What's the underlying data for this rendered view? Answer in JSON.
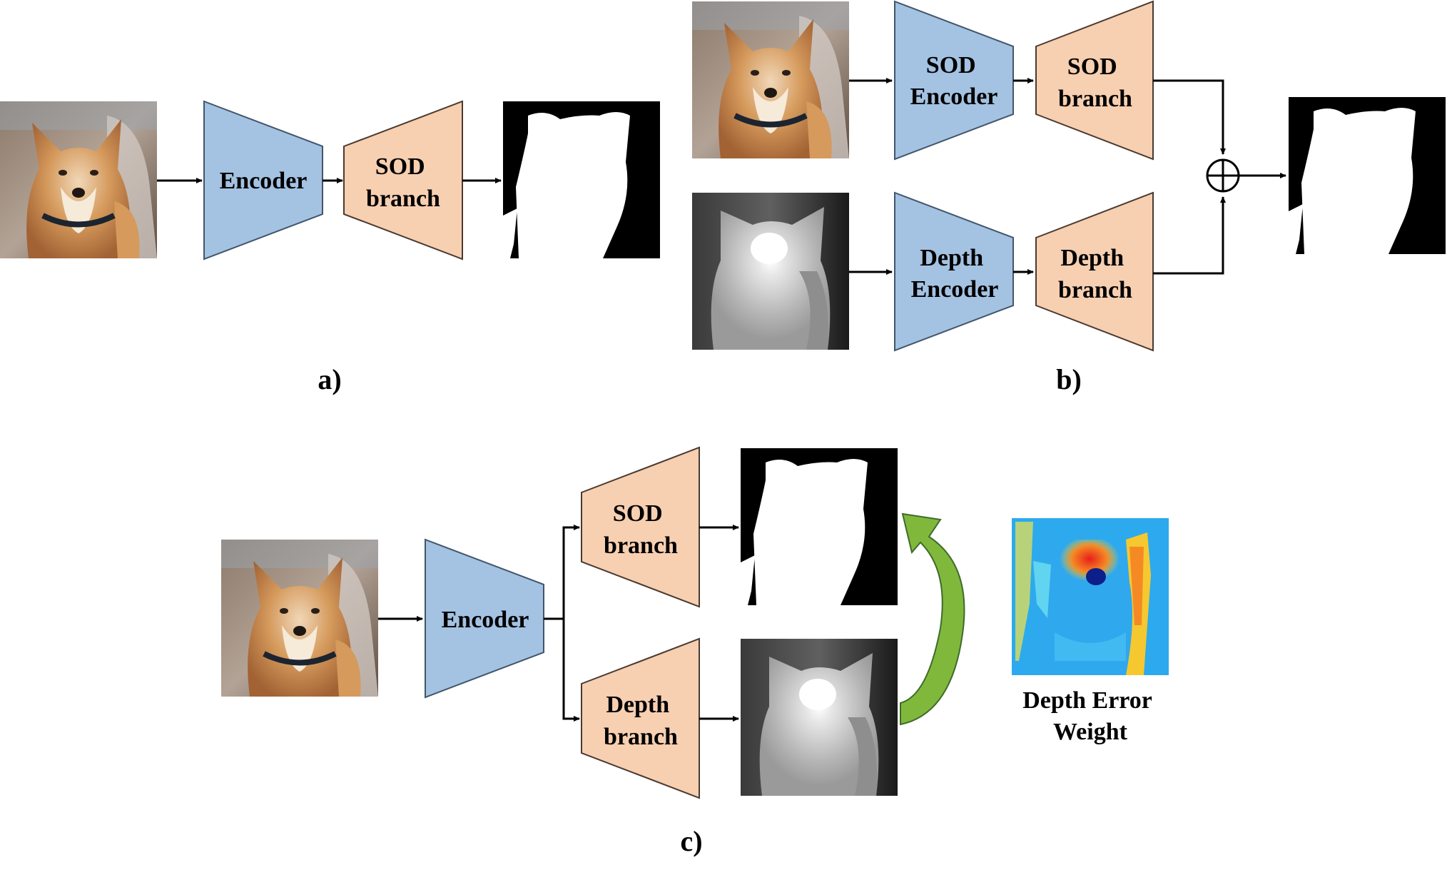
{
  "panels": {
    "a": {
      "caption": "a)",
      "encoder_label": "Encoder",
      "branch_label_lines": [
        "SOD",
        "branch"
      ]
    },
    "b": {
      "caption": "b)",
      "sod_encoder_lines": [
        "SOD",
        "Encoder"
      ],
      "sod_branch_lines": [
        "SOD",
        "branch"
      ],
      "depth_encoder_lines": [
        "Depth",
        "Encoder"
      ],
      "depth_branch_lines": [
        "Depth",
        "branch"
      ],
      "fusion_symbol": "⊕"
    },
    "c": {
      "caption": "c)",
      "encoder_label": "Encoder",
      "sod_branch_lines": [
        "SOD",
        "branch"
      ],
      "depth_branch_lines": [
        "Depth",
        "branch"
      ],
      "weight_caption_lines": [
        "Depth Error",
        "Weight"
      ]
    }
  },
  "colors": {
    "encoder": "#a4c2e2",
    "branch": "#f7cfb1",
    "feedback_arrow": "#80b83c"
  },
  "icons": {
    "input_image": "dog-photo-icon",
    "depth_map": "depth-map-icon",
    "saliency_mask": "saliency-mask-icon",
    "error_heatmap": "error-heatmap-icon",
    "fusion": "add-circle-icon"
  }
}
